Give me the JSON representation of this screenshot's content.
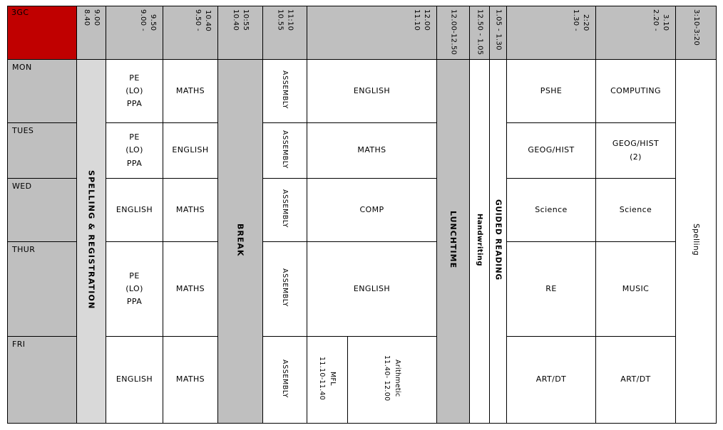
{
  "colors": {
    "red": "#c00000",
    "gray": "#bfbfbf",
    "light_gray": "#d9d9d9",
    "border": "#000000"
  },
  "header": {
    "class_label": "3GC",
    "times": [
      "8.40\n9.00",
      "9.00 -\n9.50",
      "9.50 -\n10.40",
      "10.40\n10:55",
      "10.55\n11:10",
      "11.10\n12.00",
      "12.00-12.50",
      "12.50 - 1.05",
      "1.05 - 1.30",
      "1.30 -\n2:20",
      "2.20 -\n3.10",
      "3:10-3:20"
    ]
  },
  "days": [
    "MON",
    "TUES",
    "WED",
    "THUR",
    "FRI"
  ],
  "full_day_columns": {
    "registration": "SPELLING & REGISTRATION",
    "break_label": "BREAK",
    "lunch": "LUNCHTIME",
    "handwriting": "Handwriting",
    "guided_reading": "GUIDED READING",
    "spelling": "Spelling"
  },
  "assembly_label": "ASSEMBLY",
  "lessons": {
    "mon": {
      "period1": "PE\n(LO)\nPPA",
      "period2": "MATHS",
      "period3": "ENGLISH",
      "period4": "PSHE",
      "period5": "COMPUTING"
    },
    "tues": {
      "period1": "PE\n(LO)\nPPA",
      "period2": "ENGLISH",
      "period3": "MATHS",
      "period4": "GEOG/HIST",
      "period5": "GEOG/HIST\n(2)"
    },
    "wed": {
      "period1": "ENGLISH",
      "period2": "MATHS",
      "period3": "COMP",
      "period4": "Science",
      "period5": "Science"
    },
    "thur": {
      "period1": "PE\n(LO)\nPPA",
      "period2": "MATHS",
      "period3": "ENGLISH",
      "period4": "RE",
      "period5": "MUSIC"
    },
    "fri": {
      "period1": "ENGLISH",
      "period2": "MATHS",
      "period3a": "11.10-11.40\nMFL",
      "period3b": "11.40- 12.00\nArithmetic",
      "period4": "ART/DT",
      "period5": "ART/DT"
    }
  }
}
